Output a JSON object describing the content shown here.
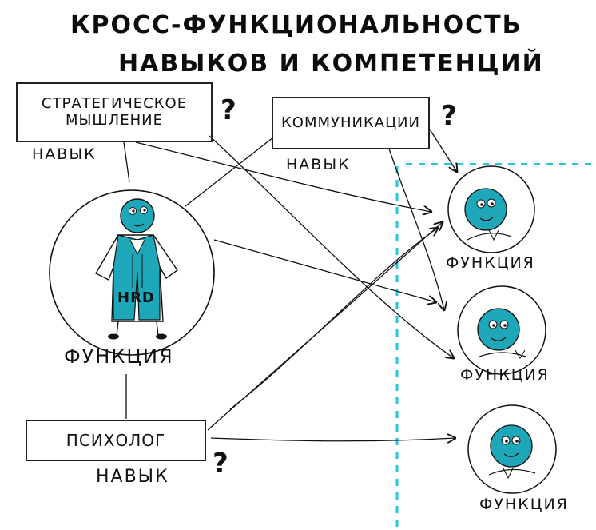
{
  "title": {
    "line1": "Кросс-функциональность",
    "line2": "навыков и компетенций"
  },
  "skills": {
    "strategic": {
      "label": "Стратегическое\nмышление",
      "caption": "навык",
      "question": "?"
    },
    "communication": {
      "label": "Коммуникации",
      "caption": "навык",
      "question": "?"
    },
    "psychologist": {
      "label": "Психолог",
      "caption": "навык",
      "question": "?"
    }
  },
  "functions": {
    "main": {
      "caption": "Функция",
      "badge": "HRD"
    },
    "right_top": {
      "caption": "Функция"
    },
    "right_middle": {
      "caption": "Функция"
    },
    "right_bottom": {
      "caption": "Функция"
    }
  },
  "colors": {
    "ink": "#111111",
    "face": "#1ea7b8",
    "accent_dash": "#29c4de"
  }
}
